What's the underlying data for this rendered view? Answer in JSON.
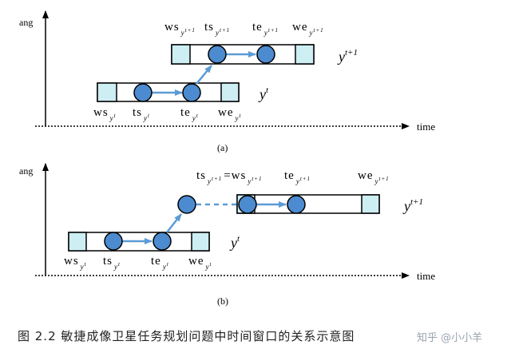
{
  "labels": {
    "axis_y": "ang",
    "axis_x": "time",
    "panel_a": "(a)",
    "panel_b": "(b)",
    "ws": "ws",
    "ts": "ts",
    "te": "te",
    "we": "we",
    "eq": "=",
    "y_base": "y",
    "sub_y": "y",
    "sup_t": "t",
    "sup_t1": "t+1",
    "sub_sup_t1": "t+1"
  },
  "caption": {
    "figure": "图 2.2 敏捷成像卫星任务规划问题中时间窗口的关系示意图",
    "watermark": "知乎 @小小羊"
  },
  "colors": {
    "window_edge": "#cdeef3",
    "circle": "#4c8bd0",
    "arrow": "#5b9bd5",
    "line": "#000000"
  }
}
